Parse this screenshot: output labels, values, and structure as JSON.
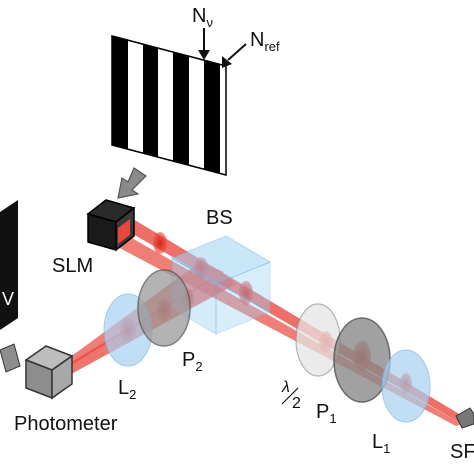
{
  "labels": {
    "n_nu": "N",
    "n_nu_sub": "ν",
    "n_ref": "N",
    "n_ref_sub": "ref",
    "slm": "SLM",
    "bs": "BS",
    "photometer": "Photometer",
    "l1": "L",
    "l1_sub": "1",
    "l2": "L",
    "l2_sub": "2",
    "p1": "P",
    "p1_sub": "1",
    "p2": "P",
    "p2_sub": "2",
    "halfwave_num": "λ",
    "halfwave_den": "2",
    "source": "SF",
    "left_partial": "V"
  },
  "colors": {
    "beam": "#e8473d",
    "beam_spot": "#e0281e",
    "lens": "#a9d1f0",
    "polarizer": "#9a9a9a",
    "beamsplitter": "#9fd3f5",
    "slm_active": "#e8473d",
    "grating": "#000000"
  },
  "icons": {
    "slm": "slm-cube-icon",
    "photometer": "photometer-cube-icon",
    "grating": "grating-pattern-icon"
  }
}
